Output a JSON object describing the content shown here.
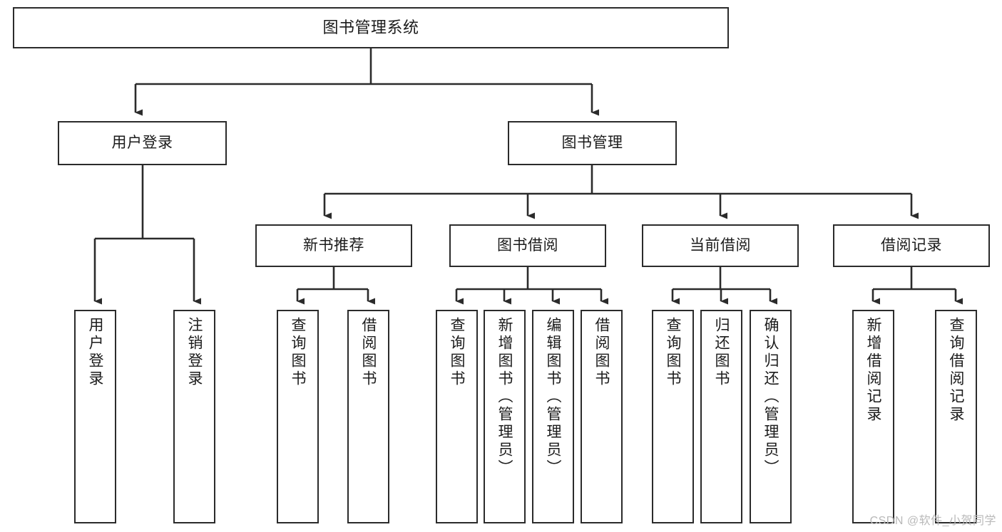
{
  "diagram": {
    "title_node": {
      "id": "root",
      "label": "图书管理系统"
    },
    "level2": [
      {
        "id": "user-login",
        "label": "用户登录"
      },
      {
        "id": "book-management",
        "label": "图书管理"
      }
    ],
    "level3": [
      {
        "id": "new-book-recommend",
        "label": "新书推荐"
      },
      {
        "id": "book-borrow",
        "label": "图书借阅"
      },
      {
        "id": "current-borrow",
        "label": "当前借阅"
      },
      {
        "id": "borrow-record",
        "label": "借阅记录"
      }
    ],
    "leaves": {
      "user_login": [
        {
          "id": "leaf-user-login",
          "label": "用户登录"
        },
        {
          "id": "leaf-logout-login",
          "label": "注销登录"
        }
      ],
      "new_book_recommend": [
        {
          "id": "leaf-query-book-1",
          "label": "查询图书"
        },
        {
          "id": "leaf-borrow-book-1",
          "label": "借阅图书"
        }
      ],
      "book_borrow": [
        {
          "id": "leaf-query-book-2",
          "label": "查询图书"
        },
        {
          "id": "leaf-add-book",
          "label": "新增图书（管理员）"
        },
        {
          "id": "leaf-edit-book",
          "label": "编辑图书（管理员）"
        },
        {
          "id": "leaf-borrow-book-2",
          "label": "借阅图书"
        }
      ],
      "current_borrow": [
        {
          "id": "leaf-query-book-3",
          "label": "查询图书"
        },
        {
          "id": "leaf-return-book",
          "label": "归还图书"
        },
        {
          "id": "leaf-confirm-return",
          "label": "确认归还（管理员）"
        }
      ],
      "borrow_record": [
        {
          "id": "leaf-add-record",
          "label": "新增借阅记录"
        },
        {
          "id": "leaf-query-record",
          "label": "查询借阅记录"
        }
      ]
    },
    "colors": {
      "stroke": "#2b2b2b",
      "fill": "#ffffff",
      "text": "#1b1b1b",
      "watermark": "#b9b9b9"
    }
  },
  "watermark": {
    "text": "CSDN @软件_小贺同学"
  }
}
